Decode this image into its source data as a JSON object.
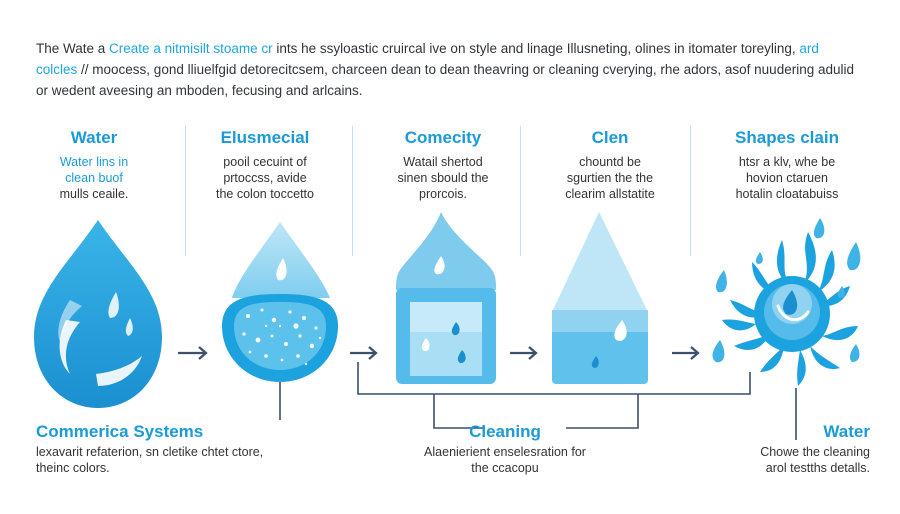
{
  "intro": {
    "lead": "The Wate a",
    "hl1": "Create a nitmisilt stoame cr",
    "p1": "ints he ssyloastic cruircal ive on style and linage Illusneting, olines in itomater toreyling,",
    "hl2": "ard colcles",
    "p2": "// moocess, gond lliuelfgid detorecitcsem, charceen dean to dean theavring or cleaning cverying, rhe adors, asof nuudering adulid or wedent aveesing an mboden, fecusing and arlcains."
  },
  "steps": [
    {
      "title": "Water",
      "desc": [
        "Water lins in",
        "clean buof",
        "mulls ceaile."
      ]
    },
    {
      "title": "Elusmecial",
      "desc": [
        "pooil cecuint of",
        "prtoccss, avide",
        "the colon toccetto"
      ]
    },
    {
      "title": "Comecity",
      "desc": [
        "Watail shertod",
        "sinen sbould the",
        "prorcois."
      ]
    },
    {
      "title": "Clen",
      "desc": [
        "chountd be",
        "sgurtien the the",
        "clearim allstatite"
      ]
    },
    {
      "title": "Shapes clain",
      "desc": [
        "htsr a klv, whe be",
        "hovion ctaruen",
        "hotalin cloatabuiss"
      ]
    }
  ],
  "bottom": {
    "left": {
      "title": "Commerica  Systems",
      "lines": [
        "lexavarit refaterion, sn cletike chtet ctore,",
        "theinc colors."
      ]
    },
    "center": {
      "title": "Cleaning",
      "lines": [
        "Alaenierient enselesration for",
        "the ccacopu"
      ]
    },
    "right": {
      "title": "Water",
      "lines": [
        "Chowe the cleaning",
        "arol testths detalls."
      ]
    }
  },
  "colors": {
    "accent": "#1a9bd7",
    "light": "#8fd3f0",
    "pale": "#cdebf8",
    "connector": "#3c4f6b"
  }
}
